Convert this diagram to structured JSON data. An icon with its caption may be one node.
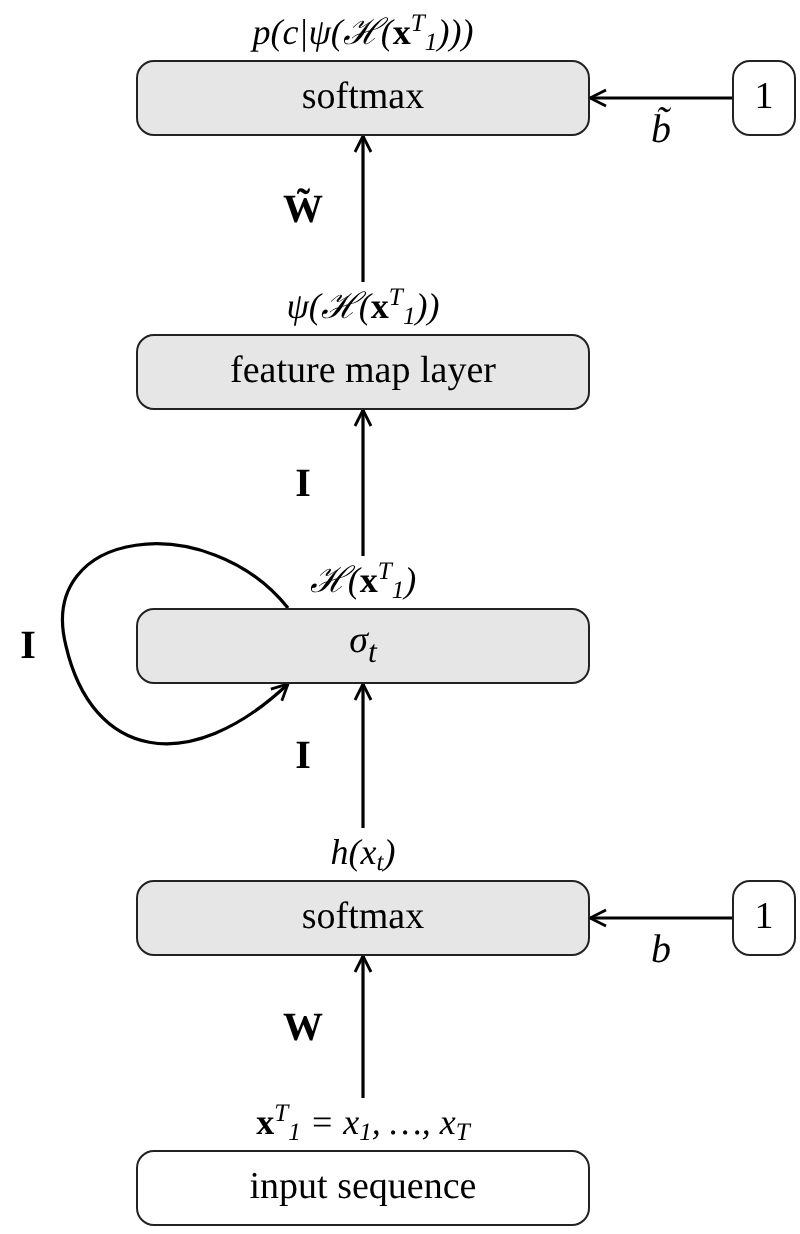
{
  "diagram": {
    "nodes": [
      {
        "text": [
          "p(c|ψ(ℋ(**x**$^{T}$$_{1}$)))",
          "softmax"
        ]
      },
      {
        "text": [
          "1"
        ]
      },
      {
        "text": [
          "ψ(ℋ(**x**$^{T}$$_{1}$))",
          "feature map layer"
        ]
      },
      {
        "text": [
          "ℋ(**x**$^{T}$$_{1}$)",
          "σ$_{t}$"
        ]
      },
      {
        "text": [
          "h(x$_{t}$)",
          "softmax"
        ]
      },
      {
        "text": [
          "1"
        ]
      },
      {
        "text": [
          "**x**$^{T}$$_{1}$ = x$_{1}$, …, x$_{T}$",
          "input sequence"
        ]
      }
    ],
    "edges": [
      {
        "from": 1,
        "to": 0,
        "arrow": "to",
        "label": "b̃"
      },
      {
        "from": 2,
        "to": 0,
        "arrow": "to",
        "label": "W̃"
      },
      {
        "from": 3,
        "to": 2,
        "arrow": "to",
        "label": "I"
      },
      {
        "from": 3,
        "to": 3,
        "arrow": "to",
        "label": "I"
      },
      {
        "from": 4,
        "to": 3,
        "arrow": "to",
        "label": "I"
      },
      {
        "from": 5,
        "to": 4,
        "arrow": "to",
        "label": "b"
      },
      {
        "from": 6,
        "to": 4,
        "arrow": "to",
        "label": "W"
      }
    ]
  }
}
